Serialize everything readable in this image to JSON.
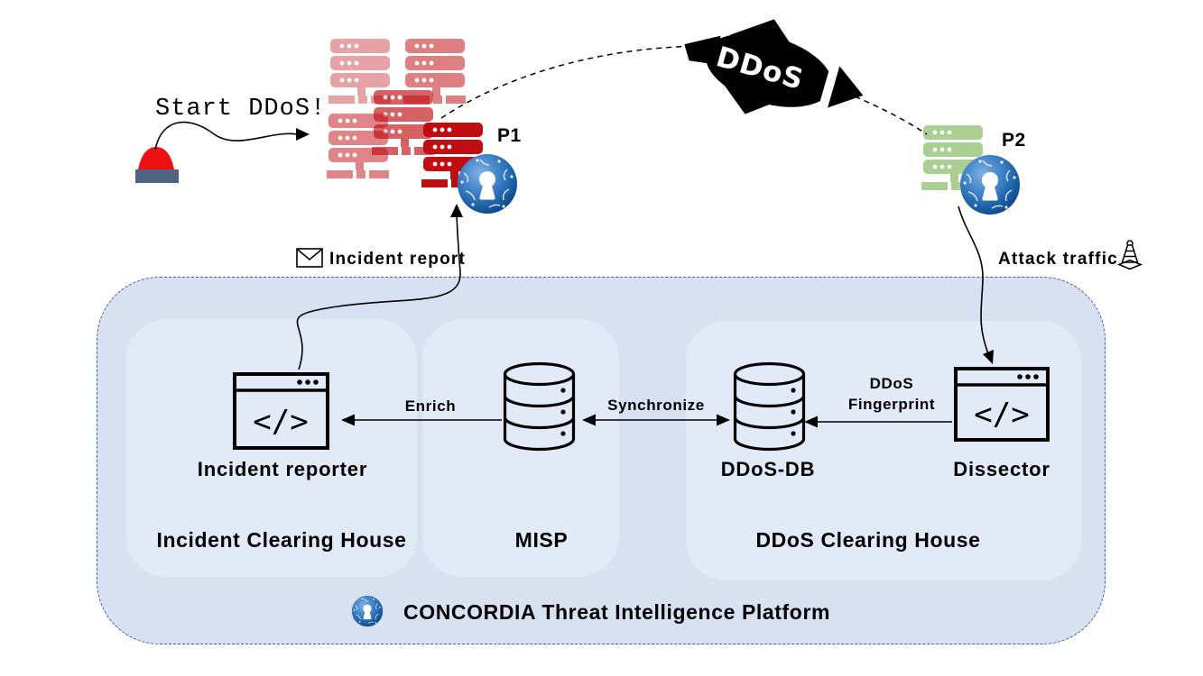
{
  "scene": {
    "start_label": "Start DDoS!",
    "p1_label": "P1",
    "p2_label": "P2",
    "rocket_label": "DDoS",
    "incident_report_label": "Incident report",
    "attack_traffic_label": "Attack traffic"
  },
  "platform": {
    "title": "CONCORDIA Threat Intelligence Platform",
    "groups": [
      {
        "label": "Incident Clearing House",
        "component": "Incident reporter"
      },
      {
        "label": "MISP"
      },
      {
        "label": "DDoS Clearing House",
        "db_label": "DDoS-DB",
        "tool_label": "Dissector"
      }
    ],
    "flows": {
      "enrich": "Enrich",
      "synchronize": "Synchronize",
      "fingerprint_line1": "DDoS",
      "fingerprint_line2": "Fingerprint"
    }
  },
  "icons": {
    "code_glyph": "</>",
    "rocket": "rocket-icon",
    "envelope": "envelope-icon",
    "traffic_cone": "traffic-cone-icon",
    "lock_sphere": "concordia-lock-sphere-icon",
    "server": "server-rack-icon",
    "database": "database-cylinder-icon",
    "push_button": "red-push-button-icon"
  },
  "colors": {
    "platform_fill": "#d8e1f2",
    "subgroup_fill": "#e2eaf8",
    "border_blue": "#3e5e9e",
    "attacker_red": "#c00d12",
    "victim_green": "#a9cf92",
    "button_red": "#ee1111",
    "button_base": "#4e6380",
    "line_black": "#000000"
  }
}
